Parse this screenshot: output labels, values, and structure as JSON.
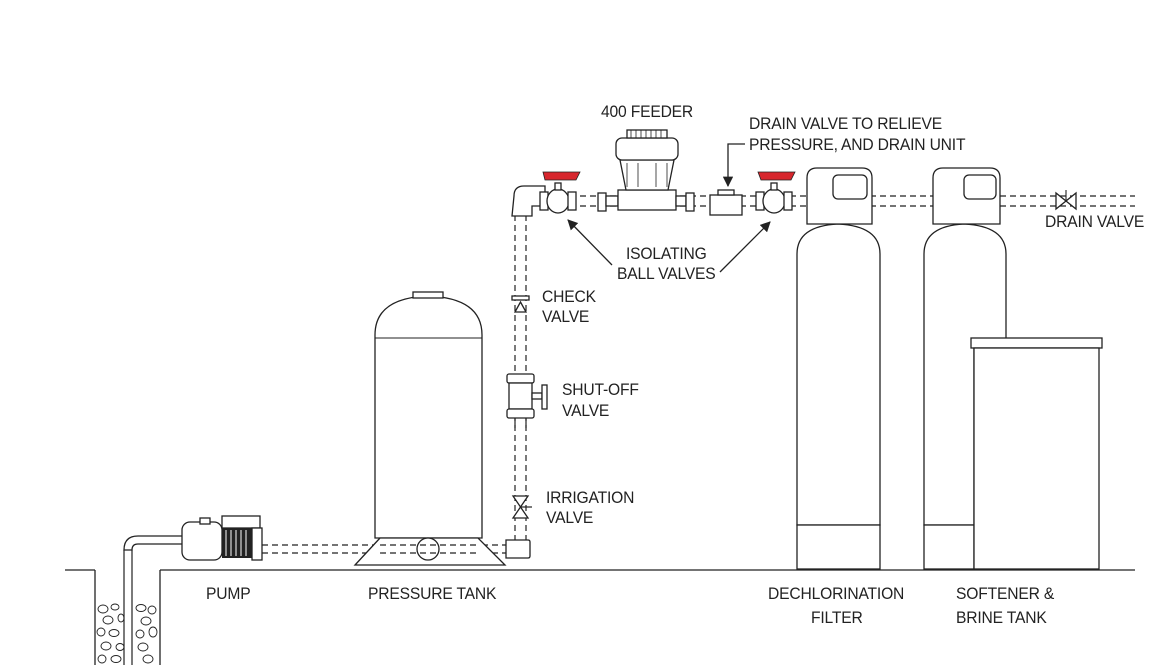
{
  "labels": {
    "feeder": "400 FEEDER",
    "drain_valve_relieve_1": "DRAIN VALVE TO RELIEVE",
    "drain_valve_relieve_2": "PRESSURE, AND DRAIN UNIT",
    "drain_valve": "DRAIN VALVE",
    "isolating_1": "ISOLATING",
    "isolating_2": "BALL VALVES",
    "check_1": "CHECK",
    "check_2": "VALVE",
    "shutoff_1": "SHUT-OFF",
    "shutoff_2": "VALVE",
    "irrigation_1": "IRRIGATION",
    "irrigation_2": "VALVE",
    "pump": "PUMP",
    "pressure_tank": "PRESSURE TANK",
    "dechlor_1": "DECHLORINATION",
    "dechlor_2": "FILTER",
    "softener_1": "SOFTENER &",
    "softener_2": "BRINE TANK"
  },
  "colors": {
    "line": "#222222",
    "valve_handle": "#d7262d",
    "background": "#ffffff"
  }
}
